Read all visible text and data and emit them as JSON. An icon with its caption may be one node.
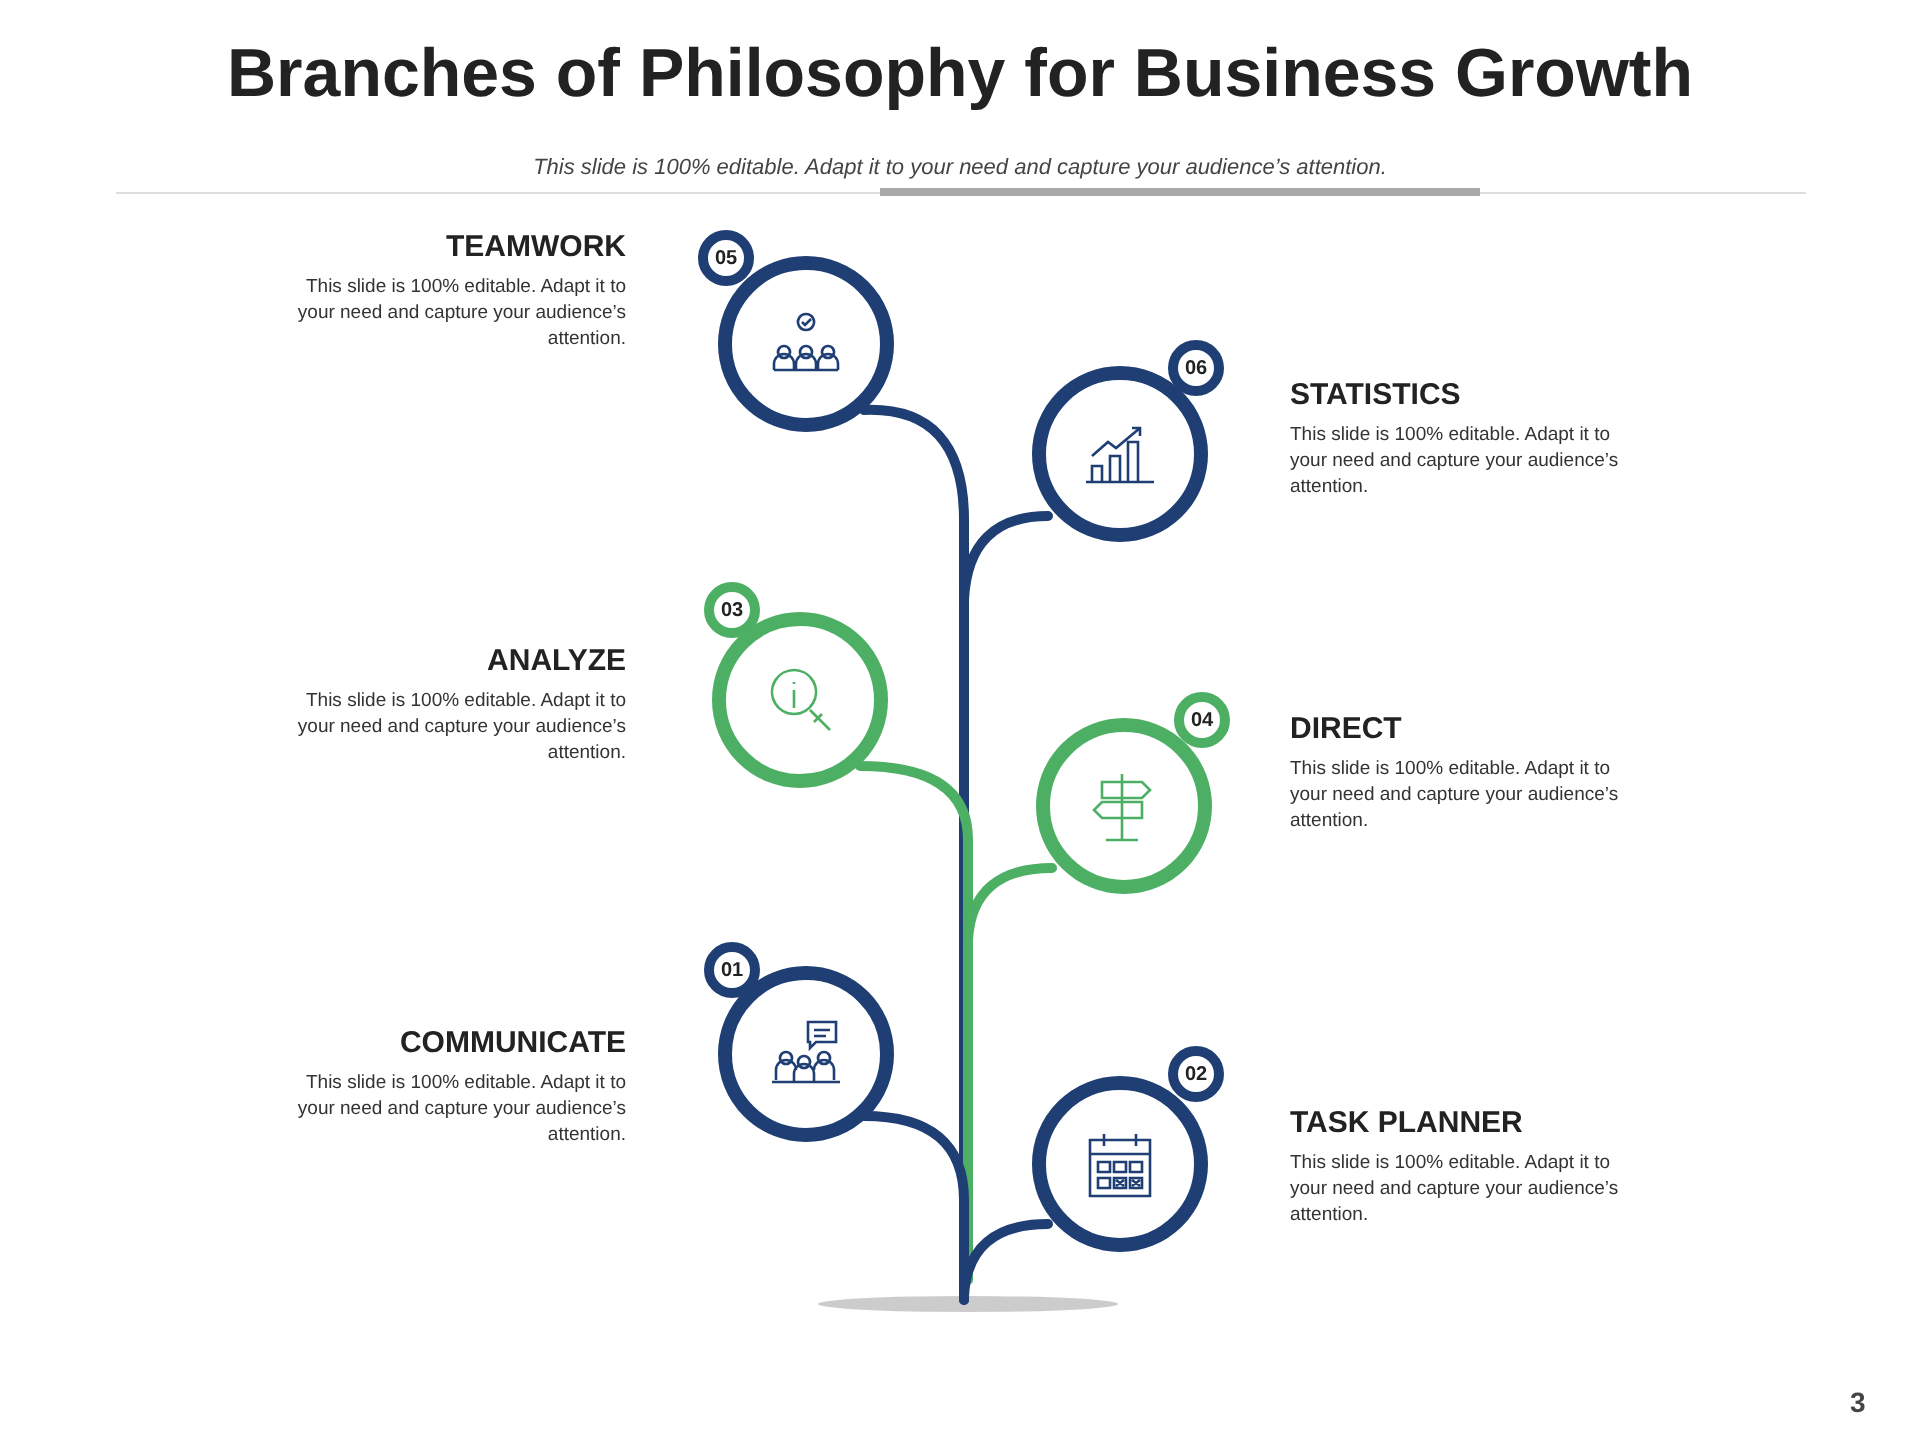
{
  "diagram": {
    "title": "Branches of Philosophy for Business Growth",
    "nodes": [
      {
        "text": [
          "05"
        ]
      },
      {
        "text": [],
        "shape": "circle",
        "beside": [
          "TEAMWORK",
          "This slide is 100% editable. Adapt it to your need and capture your audience’s attention."
        ]
      },
      {
        "text": [
          "06"
        ]
      },
      {
        "text": [],
        "shape": "circle",
        "beside": [
          "STATISTICS",
          "This slide is 100% editable. Adapt it to your need and capture your audience’s attention."
        ]
      },
      {
        "text": [
          "03"
        ]
      },
      {
        "text": [],
        "shape": "circle",
        "beside": [
          "ANALYZE",
          "This slide is 100% editable. Adapt it to your need and capture your audience’s attention."
        ]
      },
      {
        "text": [
          "04"
        ]
      },
      {
        "text": [],
        "shape": "circle",
        "beside": [
          "DIRECT",
          "This slide is 100% editable. Adapt it to your need and capture your audience’s attention."
        ]
      },
      {
        "text": [
          "01"
        ]
      },
      {
        "text": [],
        "shape": "circle",
        "beside": [
          "COMMUNICATE",
          "This slide is 100% editable. Adapt it to your need and capture your audience’s attention."
        ]
      },
      {
        "text": [
          "02"
        ]
      },
      {
        "text": [],
        "shape": "circle",
        "beside": [
          "TASK PLANNER",
          "This slide is 100% editable. Adapt it to your need and capture your audience’s attention."
        ]
      }
    ],
    "labels": [
      "This slide is 100% editable. Adapt it to your need and capture your audience’s attention.",
      "3"
    ]
  }
}
